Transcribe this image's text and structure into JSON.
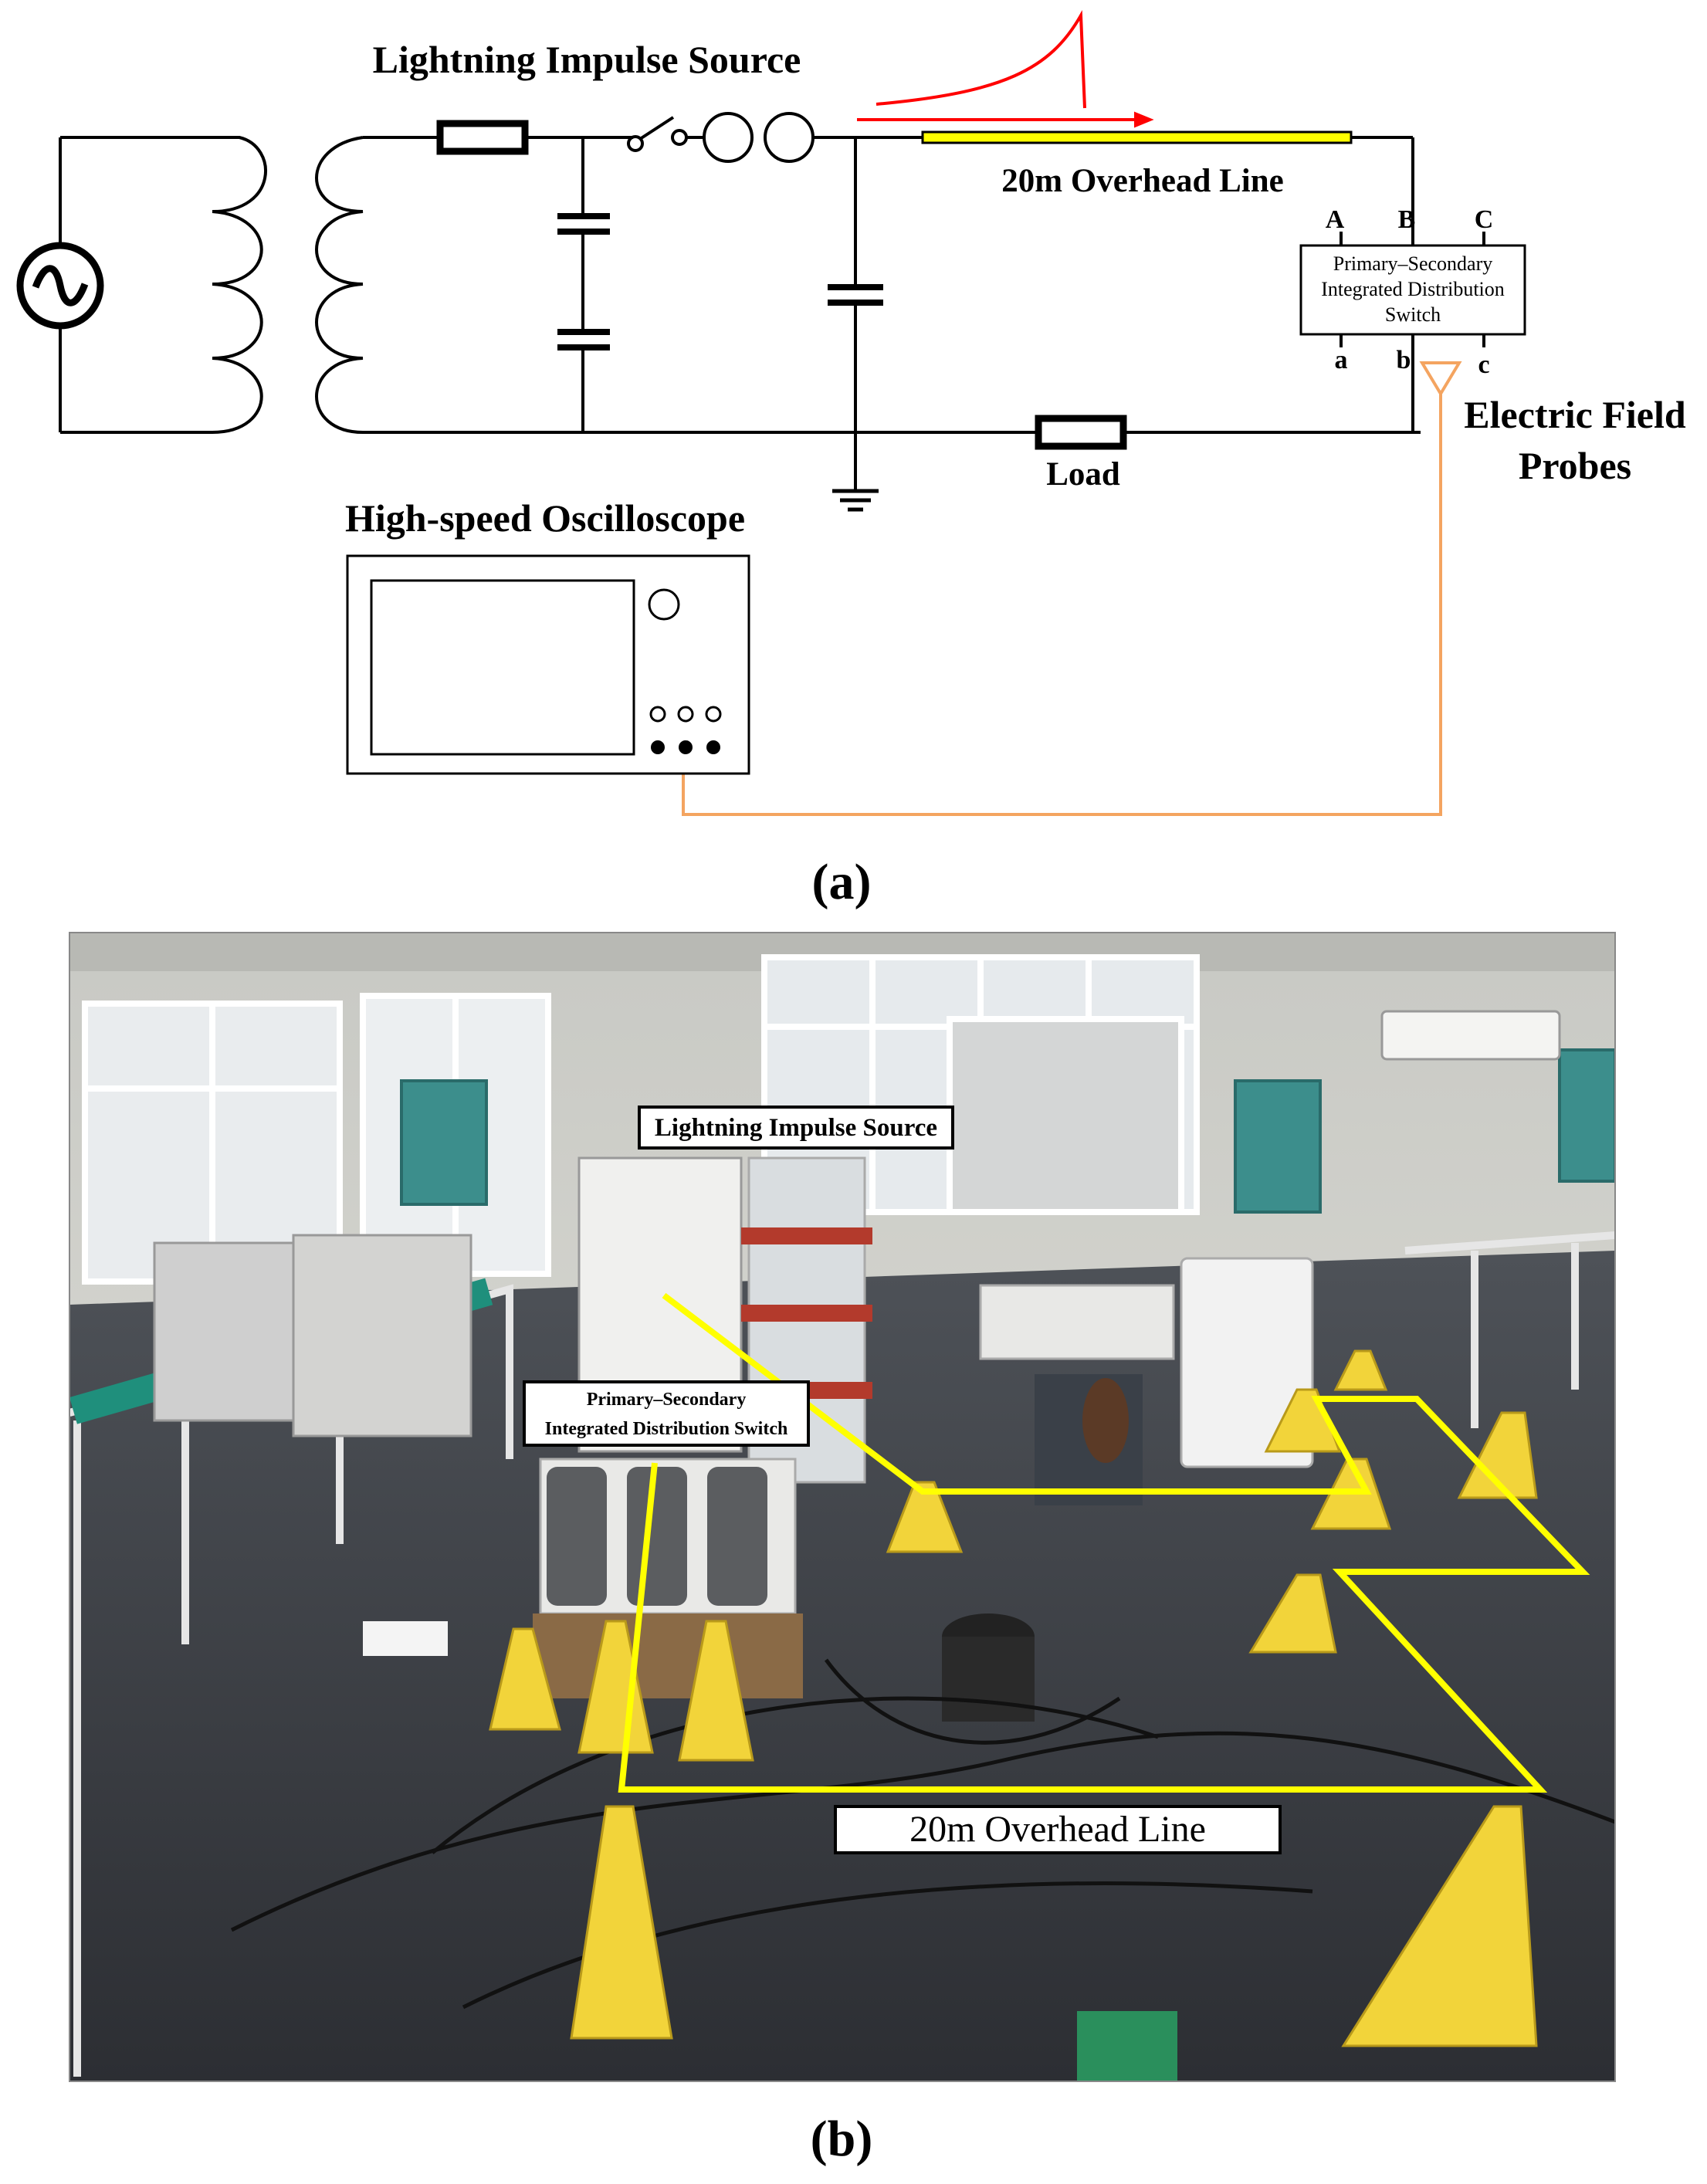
{
  "panel_a": {
    "label": "(a)",
    "source_title": "Lightning Impulse Source",
    "overhead_line_label": "20m Overhead Line",
    "switch": {
      "title_line1": "Primary–Secondary",
      "title_line2": "Integrated Distribution",
      "title_line3": "Switch",
      "terminals_top": [
        "A",
        "B",
        "C"
      ],
      "terminals_bottom": [
        "a",
        "b",
        "c"
      ]
    },
    "probe_label_line1": "Electric Field",
    "probe_label_line2": "Probes",
    "load_label": "Load",
    "oscilloscope_label": "High-speed Oscilloscope",
    "colors": {
      "line_black": "#000000",
      "overhead_fill": "#ffff00",
      "impulse_red": "#ff0000",
      "probe_orange": "#f4a460"
    }
  },
  "panel_b": {
    "label": "(b)",
    "source_label": "Lightning Impulse Source",
    "switch_label_line1": "Primary–Secondary",
    "switch_label_line2": "Integrated Distribution Switch",
    "line_label": "20m Overhead Line",
    "colors": {
      "route_yellow": "#ffff00",
      "floor": "#3a3c40",
      "wall": "#dcdcd6",
      "stand_yellow": "#f2d43a"
    }
  }
}
